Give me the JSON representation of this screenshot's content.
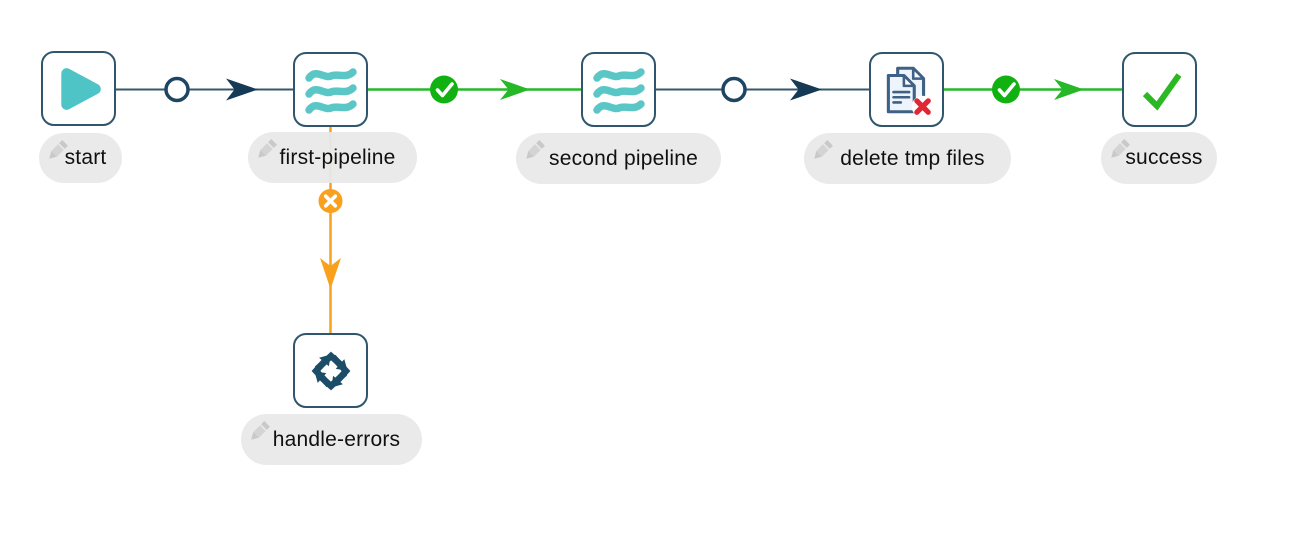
{
  "workflow": {
    "nodes": [
      {
        "id": "start",
        "label": "start",
        "icon": "play-icon",
        "kind": "start-action"
      },
      {
        "id": "first-pipeline",
        "label": "first-pipeline",
        "icon": "pipeline-waves-icon",
        "kind": "pipeline-action"
      },
      {
        "id": "second-pipeline",
        "label": "second pipeline",
        "icon": "pipeline-waves-icon",
        "kind": "pipeline-action"
      },
      {
        "id": "delete-tmp-files",
        "label": "delete tmp files",
        "icon": "delete-files-icon",
        "kind": "delete-files-action"
      },
      {
        "id": "success",
        "label": "success",
        "icon": "check-icon",
        "kind": "success-action"
      },
      {
        "id": "handle-errors",
        "label": "handle-errors",
        "icon": "loop-arrows-icon",
        "kind": "error-handler-action"
      }
    ],
    "hops": [
      {
        "from": "start",
        "to": "first-pipeline",
        "condition": "unconditional",
        "marker": "circle-icon"
      },
      {
        "from": "first-pipeline",
        "to": "second-pipeline",
        "condition": "on-success",
        "marker": "check-circle-icon"
      },
      {
        "from": "second-pipeline",
        "to": "delete-tmp-files",
        "condition": "unconditional",
        "marker": "circle-icon"
      },
      {
        "from": "delete-tmp-files",
        "to": "success",
        "condition": "on-success",
        "marker": "check-circle-icon"
      },
      {
        "from": "first-pipeline",
        "to": "handle-errors",
        "condition": "on-failure",
        "marker": "x-circle-icon"
      }
    ],
    "colors": {
      "node_border": "#2f566c",
      "hop_neutral": "#2c4f68",
      "hop_success_green": "#17b317",
      "hop_failure_orange": "#f9a11c",
      "pipeline_teal": "#55c5c6",
      "check_green": "#2cb822",
      "delete_red": "#e02733",
      "doc_blue": "#3f6186",
      "label_background": "#e9e9e9",
      "label_text": "#101010"
    }
  }
}
